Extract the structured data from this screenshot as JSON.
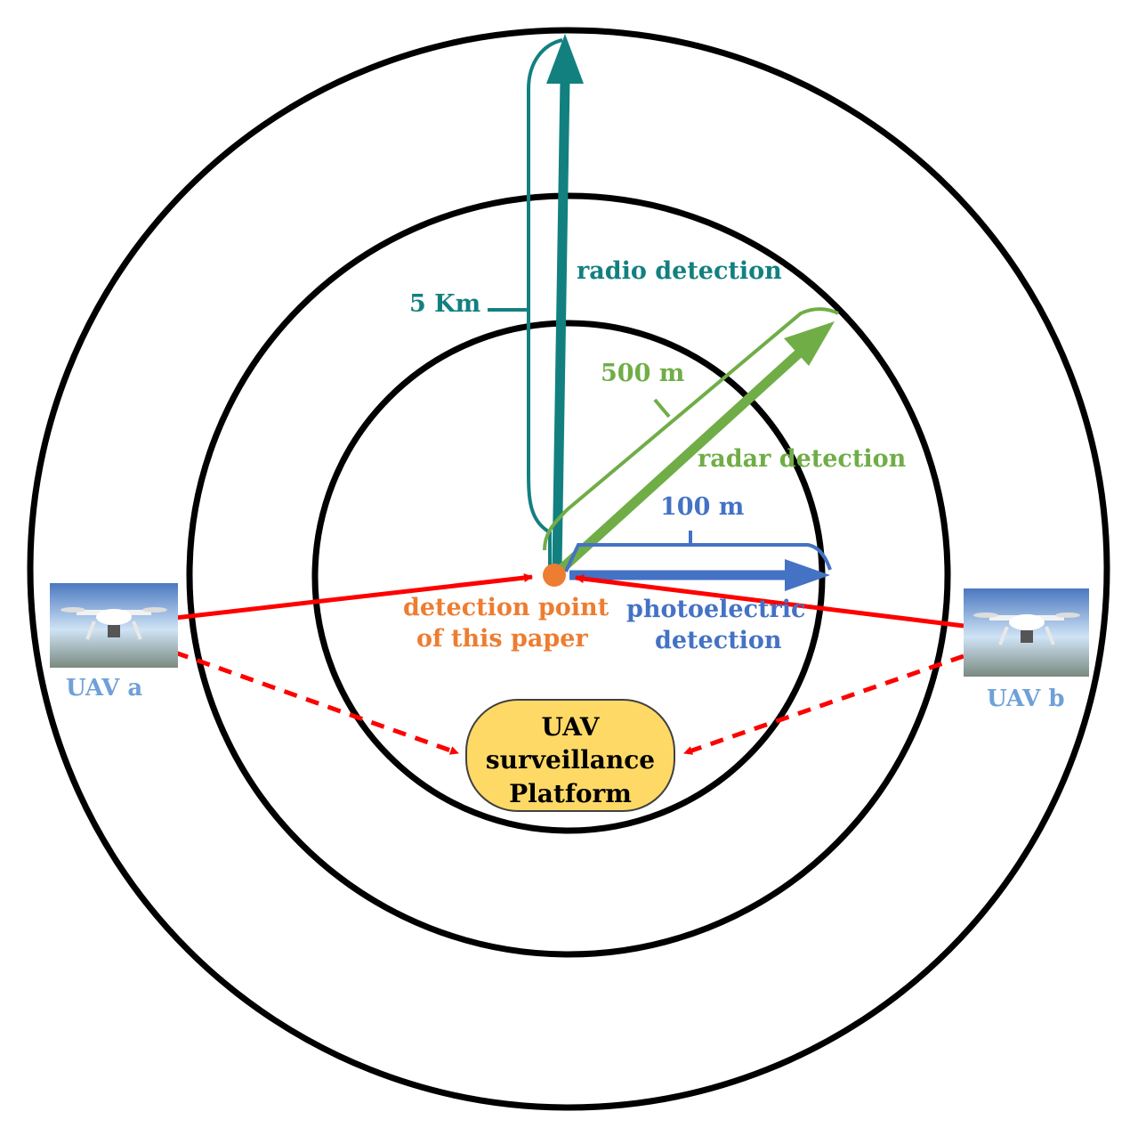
{
  "colors": {
    "radio": "#138080",
    "radar": "#70ad47",
    "photoelectric": "#4472c4",
    "detection_point": "#ed7d31",
    "link": "#ff0000",
    "uav_label": "#6fa0d8",
    "platform_fill": "#ffd966",
    "ring": "#000000"
  },
  "ranges": {
    "radio": "5 Km",
    "radar": "500 m",
    "photoelectric": "100 m"
  },
  "labels": {
    "radio": "radio detection",
    "radar": "radar detection",
    "photoelectric_line1": "photoelectric",
    "photoelectric_line2": "detection",
    "detection_point_line1": "detection point",
    "detection_point_line2": "of this paper",
    "uav_a": "UAV a",
    "uav_b": "UAV b",
    "platform_line1": "UAV",
    "platform_line2": "surveillance",
    "platform_line3": "Platform"
  },
  "icons": {
    "uav": "drone-photo-icon"
  }
}
